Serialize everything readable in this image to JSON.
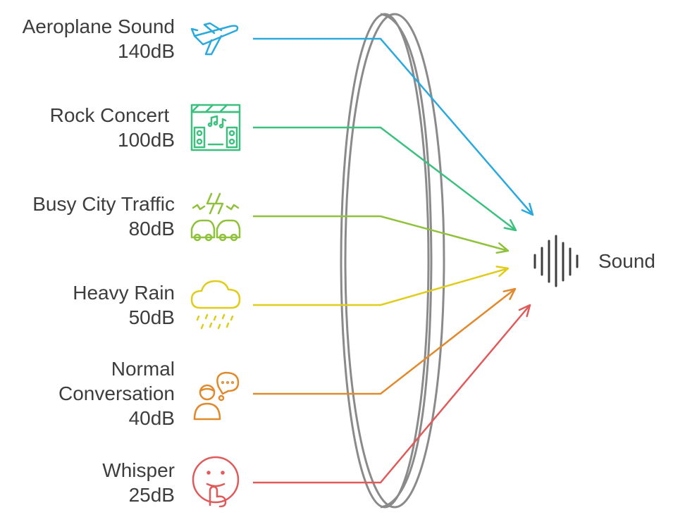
{
  "sources": [
    {
      "name": "Aeroplane Sound",
      "level": "140dB",
      "icon": "airplane-icon",
      "color": "#2aa9dd"
    },
    {
      "name": "Rock Concert ",
      "level": "100dB",
      "icon": "concert-stage-icon",
      "color": "#3cc07f"
    },
    {
      "name": "Busy City Traffic",
      "level": "80dB",
      "icon": "traffic-cars-icon",
      "color": "#8fc13a"
    },
    {
      "name": "Heavy Rain",
      "level": "50dB",
      "icon": "rain-cloud-icon",
      "color": "#e0cc1c"
    },
    {
      "name": "Normal Conversation",
      "name_lines": [
        "Normal",
        "Conversation"
      ],
      "level": "40dB",
      "icon": "conversation-person-icon",
      "color": "#e08a2e"
    },
    {
      "name": "Whisper",
      "level": "25dB",
      "icon": "shush-face-icon",
      "color": "#e05a5a"
    }
  ],
  "target": {
    "label": "Sound",
    "icon": "sound-wave-icon",
    "color": "#3d3d3d"
  },
  "lens_color": "#8a8a8a"
}
